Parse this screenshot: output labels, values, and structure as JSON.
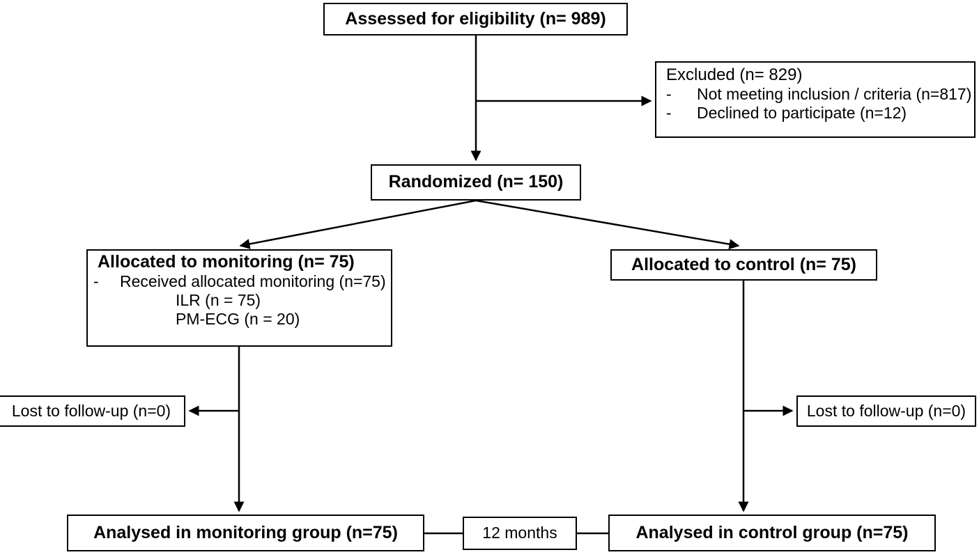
{
  "diagram": {
    "type": "consort-flow-diagram",
    "colors": {
      "line": "#000000",
      "box_border": "#000000",
      "background": "#ffffff",
      "text": "#000000"
    },
    "boxes": {
      "assessed": {
        "title": "Assessed for eligibility (n= 989)"
      },
      "excluded": {
        "title": "Excluded (n= 829)",
        "dash": "-",
        "items": [
          "Not meeting inclusion / criteria (n=817)",
          "Declined to participate (n=12)"
        ]
      },
      "randomized": {
        "title": "Randomized (n= 150)"
      },
      "allocated_monitoring": {
        "title": "Allocated to monitoring (n= 75)",
        "dash": "-",
        "received": "Received allocated monitoring (n=75)",
        "detail_ilr": "ILR (n = 75)",
        "detail_pmecg": "PM-ECG (n = 20)"
      },
      "allocated_control": {
        "title": "Allocated to control (n= 75)"
      },
      "lost_left": {
        "title": "Lost to follow-up (n=0)"
      },
      "lost_right": {
        "title": "Lost to follow-up (n=0)"
      },
      "analysed_monitoring": {
        "title": "Analysed in monitoring group (n=75)"
      },
      "months": {
        "title": "12 months"
      },
      "analysed_control": {
        "title": "Analysed in control group (n=75)"
      }
    }
  }
}
